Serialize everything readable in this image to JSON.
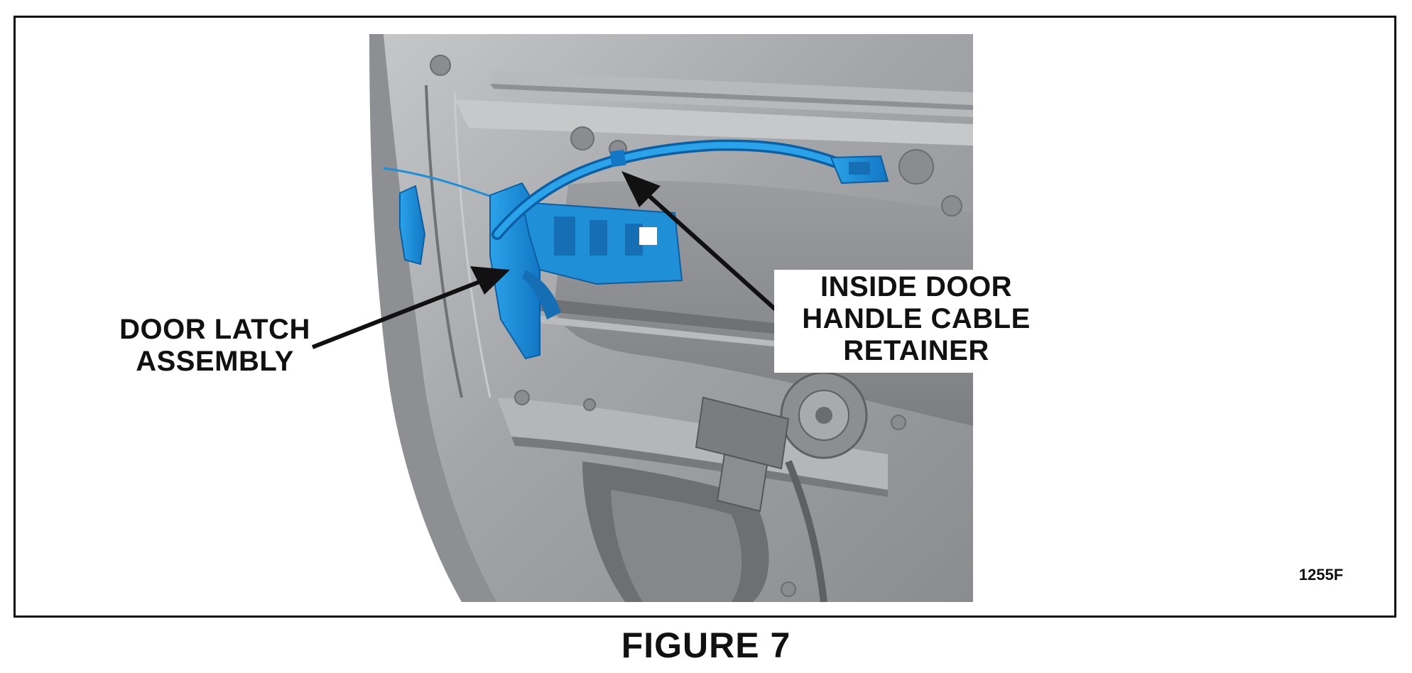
{
  "figure": {
    "caption": "FIGURE 7",
    "code": "1255F"
  },
  "callouts": {
    "door_latch": {
      "line1": "DOOR LATCH",
      "line2": "ASSEMBLY"
    },
    "cable_retainer": {
      "line1": "INSIDE DOOR",
      "line2": "HANDLE CABLE",
      "line3": "RETAINER"
    }
  },
  "colors": {
    "frame": "#111111",
    "door_metal": "#a7a9ab",
    "door_metal_dark": "#7d7f82",
    "door_metal_light": "#c9cacc",
    "highlight_blue": "#1f8fd8",
    "highlight_blue_dark": "#0d5fa3",
    "arrow": "#111111"
  }
}
